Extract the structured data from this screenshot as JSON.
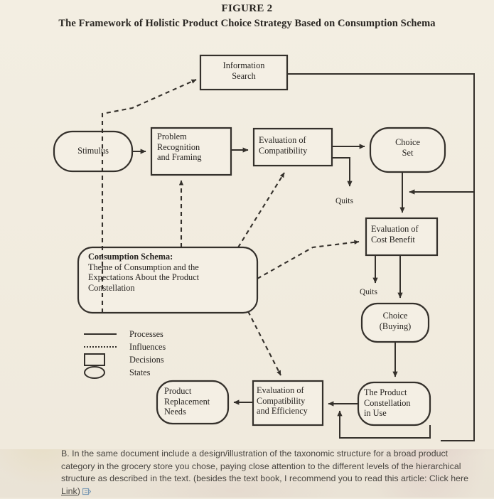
{
  "figure": {
    "number": "FIGURE 2",
    "title": "The Framework of Holistic Product Choice Strategy Based on Consumption Schema"
  },
  "nodes": {
    "stimulus": {
      "label": "Stimulus",
      "shape": "oval"
    },
    "information_search": {
      "label_line1": "Information",
      "label_line2": "Search",
      "shape": "rect"
    },
    "problem_recognition": {
      "line1": "Problem",
      "line2": "Recognition",
      "line3": "and Framing",
      "shape": "rect"
    },
    "evaluation_compatibility": {
      "line1": "Evaluation of",
      "line2": "Compatibility",
      "shape": "rect"
    },
    "choice_set": {
      "line1": "Choice",
      "line2": "Set",
      "shape": "oval"
    },
    "evaluation_cost_benefit": {
      "line1": "Evaluation of",
      "line2": "Cost Benefit",
      "shape": "rect"
    },
    "choice_buying": {
      "line1": "Choice",
      "line2": "(Buying)",
      "shape": "oval"
    },
    "product_constellation_in_use": {
      "line1": "The Product",
      "line2": "Constellation",
      "line3": "in Use",
      "shape": "oval"
    },
    "evaluation_compat_efficiency": {
      "line1": "Evaluation of",
      "line2": "Compatibility",
      "line3": "and Efficiency",
      "shape": "rect"
    },
    "product_replacement_needs": {
      "line1": "Product",
      "line2": "Replacement",
      "line3": "Needs",
      "shape": "oval"
    },
    "consumption_schema": {
      "line1": "Consumption Schema:",
      "line2": "Theme of Consumption and the",
      "line3": "Expectations About the Product",
      "line4": "Constellation",
      "shape": "rounded-rect"
    }
  },
  "annotations": {
    "quits_upper": "Quits",
    "quits_lower": "Quits"
  },
  "legend": {
    "items": [
      {
        "key": "solid-line",
        "label": "Processes"
      },
      {
        "key": "dashed-line",
        "label": "Influences"
      },
      {
        "key": "rectangle",
        "label": "Decisions"
      },
      {
        "key": "oval",
        "label": "States"
      }
    ]
  },
  "caption": {
    "part1": "B. In the same document include a design/illustration of the taxonomic structure for a broad product category in the grocery store you chose, paying close attention to the different levels of the hierarchical structure as described in the text. (besides the text book, I recommend you to read this article: Click here ",
    "link_text": "Link",
    "part2": ")"
  },
  "colors": {
    "paper": "#efe9dc",
    "ink": "#34302b",
    "text": "#262320",
    "caption_text": "#4a4742"
  }
}
